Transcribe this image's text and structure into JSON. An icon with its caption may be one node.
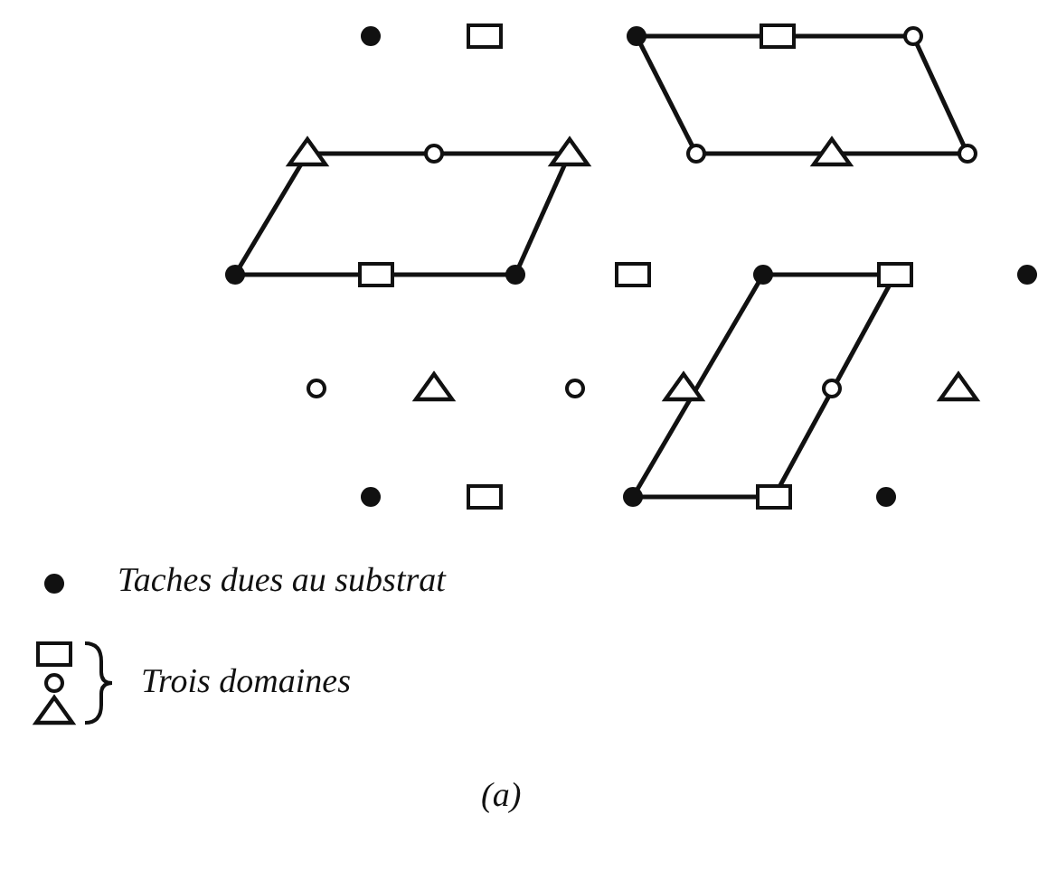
{
  "diagram": {
    "caption": "(a)",
    "legend": [
      {
        "text": "Taches dues au substrat"
      },
      {
        "text": "Trois domaines"
      }
    ]
  }
}
